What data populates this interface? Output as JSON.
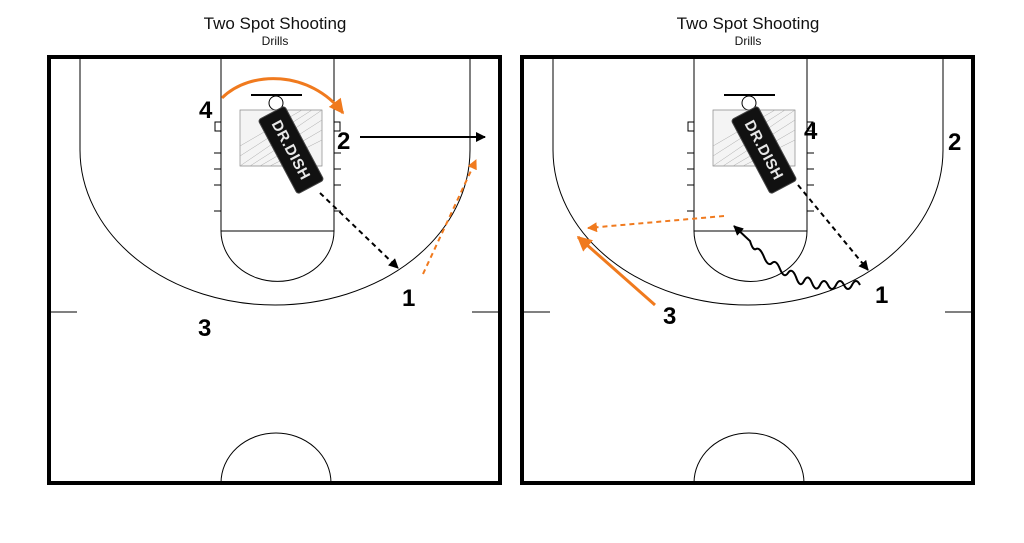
{
  "colors": {
    "court_line": "#000000",
    "action_orange": "#f07a1e",
    "action_black": "#000000",
    "background": "#ffffff"
  },
  "panels": [
    {
      "title": "Two Spot Shooting",
      "subtitle": "Drills",
      "logo_text": "DR.DISH",
      "players": [
        "4",
        "2",
        "1",
        "3"
      ]
    },
    {
      "title": "Two Spot Shooting",
      "subtitle": "Drills",
      "logo_text": "DR.DISH",
      "players": [
        "4",
        "2",
        "1",
        "3"
      ]
    }
  ]
}
